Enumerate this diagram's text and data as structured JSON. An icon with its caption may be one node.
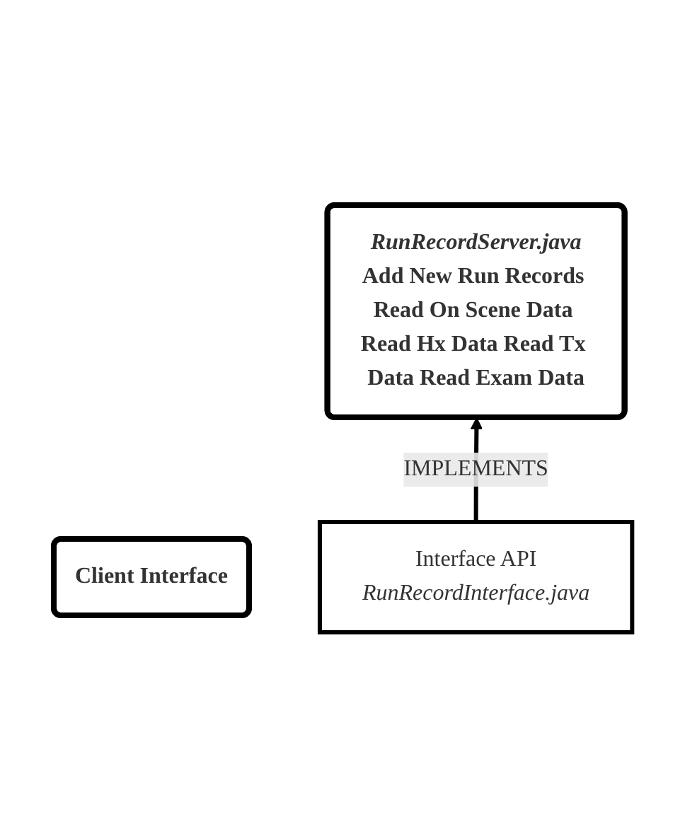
{
  "diagram": {
    "nodes": [
      {
        "text": [
          "Client Interface"
        ]
      },
      {
        "text": [
          "RunRecordServer.java",
          "Add New Run Records Read On Scene Data Read Hx Data Read Tx Data Read Exam Data"
        ]
      },
      {
        "text": [
          "Interface API",
          "RunRecordInterface.java"
        ]
      }
    ],
    "edges": [
      {
        "from": 2,
        "to": 1,
        "arrow": "to",
        "label": "IMPLEMENTS"
      }
    ]
  }
}
